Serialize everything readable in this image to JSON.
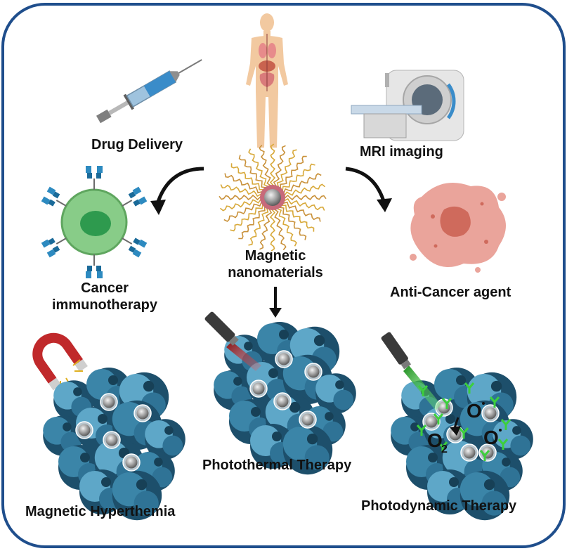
{
  "labels": {
    "drug_delivery": "Drug Delivery",
    "mri_imaging": "MRI imaging",
    "center_line1": "Magnetic",
    "center_line2": "nanomaterials",
    "immuno_line1": "Cancer",
    "immuno_line2": "immunotherapy",
    "anticancer": "Anti-Cancer agent",
    "photothermal": "Photothermal Therapy",
    "hyperthermia": "Magnetic Hyperthemia",
    "photodynamic": "Photodynamic Therapy",
    "o2": "O",
    "o2_subscript": "2",
    "radical_o": "O"
  },
  "icons": [
    "human-body-icon",
    "syringe-icon",
    "mri-scanner-icon",
    "nanoparticle-icon",
    "immune-cell-icon",
    "tumor-icon",
    "magnet-icon",
    "laser-red-icon",
    "laser-green-icon",
    "arrow-icon"
  ],
  "colors": {
    "frame": "#1f4e8c",
    "arrow": "#111111",
    "ligand": "#d8a93a",
    "tumor_dark": "#1d4f6b",
    "tumor_mid": "#3b85a8",
    "tumor_light": "#7cbedb",
    "immune_cell": "#88cc88",
    "immune_nucleus": "#2e9a4e",
    "antibody": "#1a6a99",
    "cancer_cell": "#e8a09a",
    "magnet_red": "#c0292b",
    "laser_red": "#d42a2a",
    "laser_green": "#2fbf2f",
    "green_ab": "#3ccf3c"
  }
}
